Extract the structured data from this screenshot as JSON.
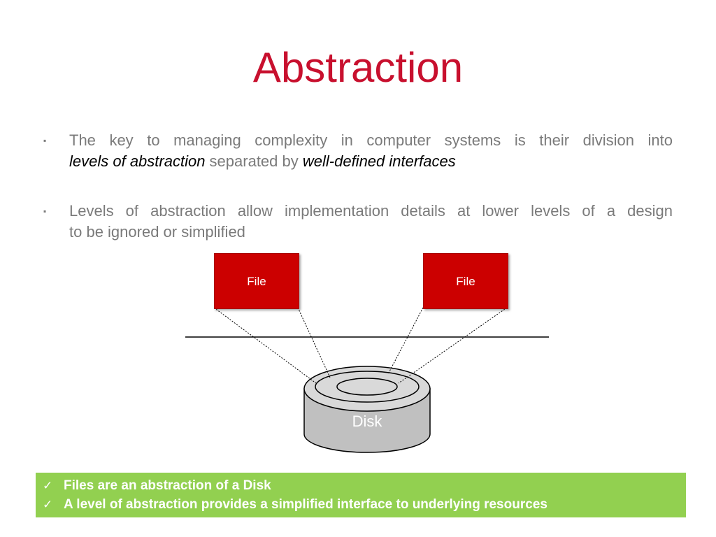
{
  "slide": {
    "title": "Abstraction"
  },
  "bullets": [
    {
      "marker": "▪",
      "line1": "The key to managing complexity in computer systems is their division into",
      "line2_em1": "levels of abstraction",
      "line2_mid": " separated by ",
      "line2_em2": "well-defined interfaces"
    },
    {
      "marker": "▪",
      "line1": "Levels of abstraction allow implementation details at lower levels of a design",
      "line2": "to be ignored or simplified"
    }
  ],
  "diagram": {
    "file_left_label": "File",
    "file_right_label": "File",
    "disk_label": "Disk",
    "colors": {
      "file_box": "#cc0000",
      "disk_body": "#c0c0c0",
      "disk_top": "#d9d9d9"
    }
  },
  "note": {
    "check_icon": "checkmark-icon",
    "check_glyph": "✓",
    "items": [
      "Files are an abstraction of a Disk",
      "A level of abstraction provides a simplified interface to underlying resources"
    ],
    "color": "#92d050"
  }
}
